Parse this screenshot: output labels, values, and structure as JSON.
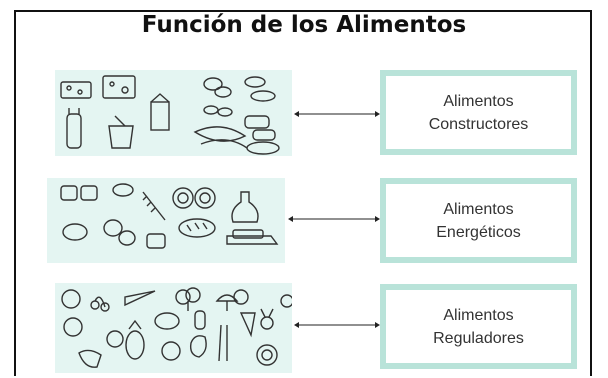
{
  "title": "Función de los Alimentos",
  "rows": [
    {
      "panel_icons": [
        "cheese-icon",
        "milk-carton-icon",
        "milk-bottle-icon",
        "yogurt-icon",
        "eggs-icon",
        "sausage-icon",
        "meat-icon",
        "fish-icon",
        "chicken-icon"
      ],
      "label_line1": "Alimentos",
      "label_line2": "Constructores"
    },
    {
      "panel_icons": [
        "grain-icon",
        "bread-icon",
        "wheat-icon",
        "pasta-icon",
        "oil-bottle-icon",
        "potato-icon",
        "butter-icon"
      ],
      "label_line1": "Alimentos",
      "label_line2": "Energéticos"
    },
    {
      "panel_icons": [
        "apple-icon",
        "cherry-icon",
        "carrot-icon",
        "broccoli-icon",
        "mushroom-icon",
        "pineapple-icon",
        "pepper-icon",
        "asparagus-icon",
        "radish-icon",
        "cabbage-icon"
      ],
      "label_line1": "Alimentos",
      "label_line2": "Reguladores"
    }
  ],
  "colors": {
    "panel": "#e4f5f2",
    "box_border": "#b9e3d9",
    "ink": "#333333"
  }
}
